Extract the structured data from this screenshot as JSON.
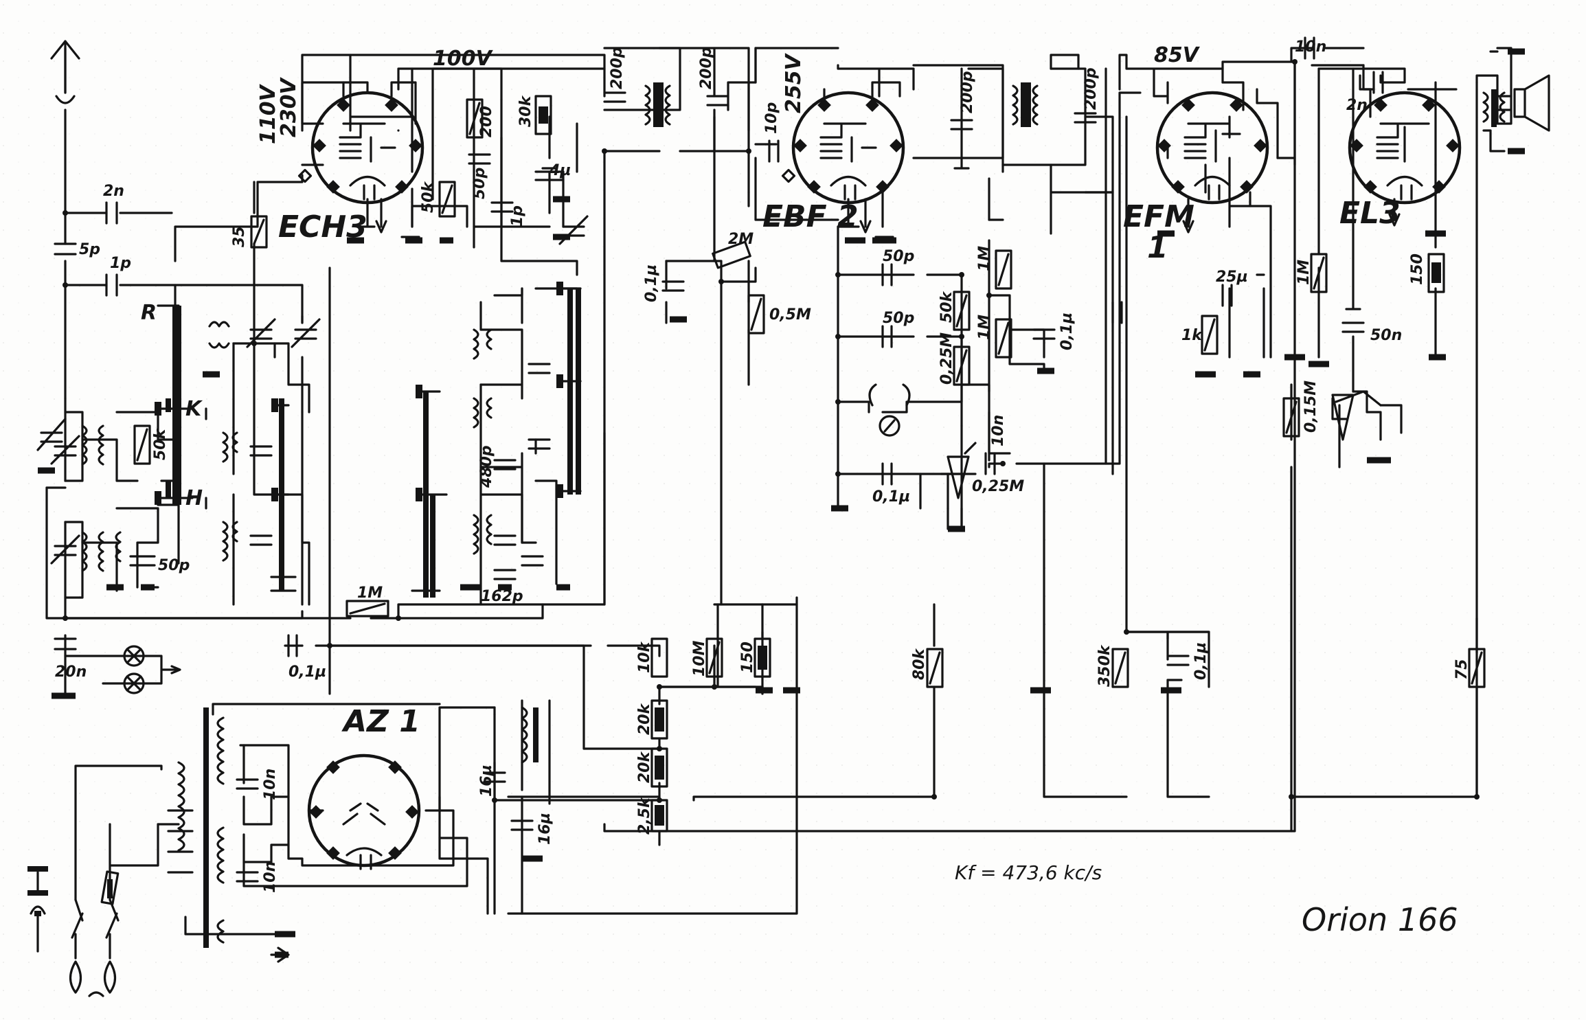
{
  "title": "Orion 166",
  "note": "Kf = 473,6 kc/s",
  "tubes": {
    "ech3": "ECH3",
    "ebf2": "EBF 2",
    "efm1": "EFM",
    "efm1_sub": "1",
    "el3": "EL3",
    "az1": "AZ 1"
  },
  "voltages": {
    "v230": "230V",
    "v110": "110V",
    "v100": "100V",
    "v255": "255V",
    "v85": "85V"
  },
  "band_labels": {
    "r": "R",
    "k": "K",
    "h": "H"
  },
  "values": {
    "c_2n_ant": "2n",
    "c_5p": "5p",
    "c_1p_ant": "1p",
    "r_50k_osc": "50k",
    "c_50p_ant": "50p",
    "c_20n": "20n",
    "r_35": "35",
    "c_01_ground": "0,1µ",
    "r_1m_agc": "1M",
    "r_50k_ech": "50k",
    "r_200": "200",
    "c_50p_ech": "50p",
    "r_30k": "30k",
    "c_4u": "4µ",
    "c_1p_mid": "1p",
    "c_200p_a": "200p",
    "c_200p_b": "200p",
    "c_480p": "480p",
    "c_162p": "162p",
    "c_01_if": "0,1µ",
    "r_2m": "2M",
    "r_05m": "0,5M",
    "c_10p": "10p",
    "c_200p_c": "200p",
    "c_200p_d": "200p",
    "c_50p_det1": "50p",
    "c_50p_det2": "50p",
    "r_50k_det": "50k",
    "r_025m_det": "0,25M",
    "c_01_det": "0,1µ",
    "r_1m_a": "1M",
    "r_1m_b": "1M",
    "c_01_efm": "0,1µ",
    "c_10n_vol": "10n",
    "pot_025m": "0,25M",
    "r_80k": "80k",
    "c_25u": "25µ",
    "r_1k": "1k",
    "r_350k": "350k",
    "c_01_350": "0,1µ",
    "c_10n_out": "10n",
    "c_2n_el3": "2n",
    "r_1m_el3": "1M",
    "c_50n": "50n",
    "r_150_el3": "150",
    "pot_015m": "0,15M",
    "r_75": "75",
    "r_10k": "10k",
    "r_10m": "10M",
    "r_150_ps": "150",
    "r_20k_a": "20k",
    "r_20k_b": "20k",
    "r_25k": "2,5k",
    "c_16u_a": "16µ",
    "c_16u_b": "16µ",
    "c_10n_pt1": "10n",
    "c_10n_pt2": "10n"
  }
}
